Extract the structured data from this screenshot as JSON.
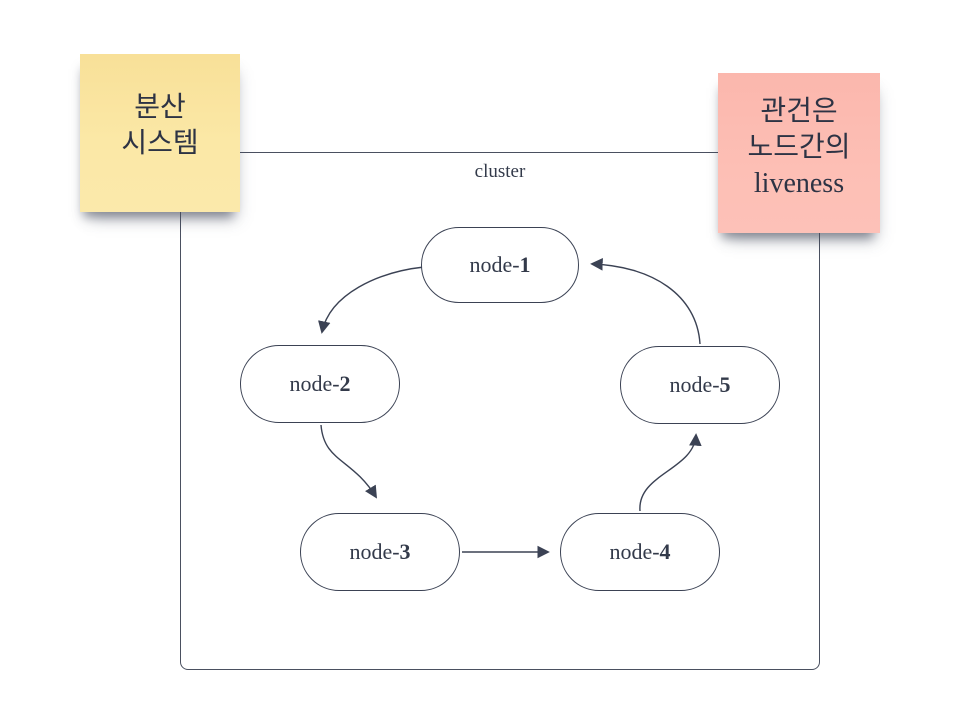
{
  "diagram": {
    "cluster_label": "cluster",
    "nodes": [
      {
        "prefix": "node-",
        "number": "1"
      },
      {
        "prefix": "node-",
        "number": "2"
      },
      {
        "prefix": "node-",
        "number": "3"
      },
      {
        "prefix": "node-",
        "number": "4"
      },
      {
        "prefix": "node-",
        "number": "5"
      }
    ],
    "edges": [
      {
        "from": "node-1",
        "to": "node-2"
      },
      {
        "from": "node-2",
        "to": "node-3"
      },
      {
        "from": "node-3",
        "to": "node-4"
      },
      {
        "from": "node-4",
        "to": "node-5"
      },
      {
        "from": "node-5",
        "to": "node-1"
      }
    ]
  },
  "sticky_notes": [
    {
      "id": "yellow-note",
      "color": "#fae6a0",
      "lines": [
        "분산",
        "시스템"
      ]
    },
    {
      "id": "pink-note",
      "color": "#fcbcb2",
      "lines": [
        "관건은",
        "노드간의",
        "liveness"
      ]
    }
  ],
  "colors": {
    "stroke": "#3b4254",
    "text": "#2f3545",
    "note_yellow": "#fae6a0",
    "note_pink": "#fcbcb2",
    "background": "#ffffff"
  }
}
